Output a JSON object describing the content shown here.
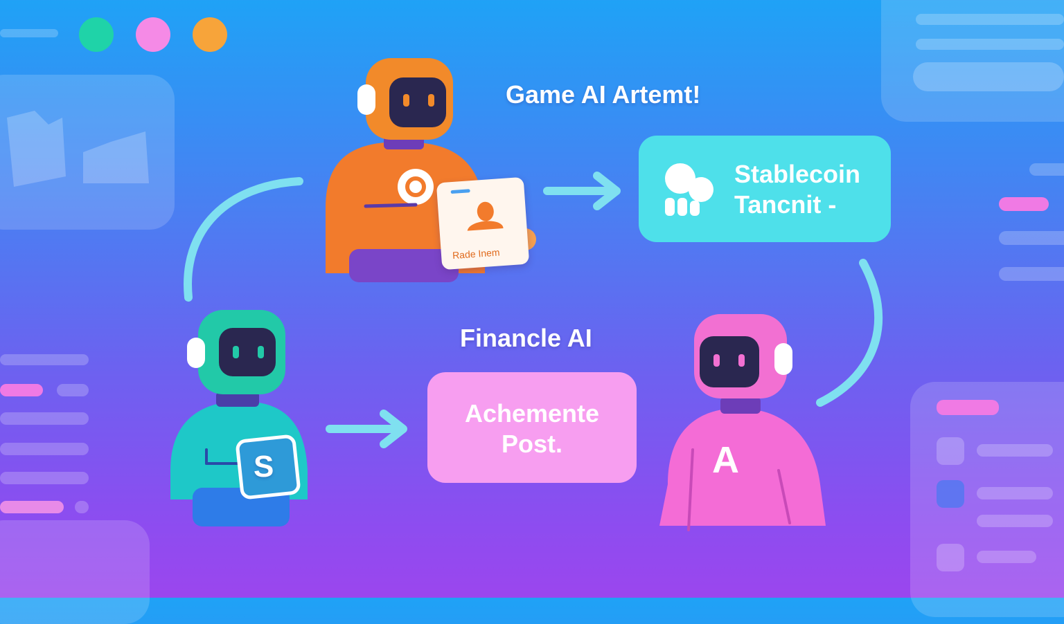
{
  "window": {
    "controls": [
      "green-dot",
      "pink-dot",
      "orange-dot"
    ]
  },
  "colors": {
    "bg_top": "#1fa2f6",
    "bg_bottom": "#9b46ee",
    "orange_robot": "#f27b2c",
    "teal_robot": "#1ec8c8",
    "pink_robot": "#f46cd6",
    "arrow": "#7fe0f0",
    "stablecoin_box": "#4ee0ea",
    "achievement_box": "#f79ef0"
  },
  "nodes": {
    "game_ai": {
      "title": "Game AI Artemt!",
      "card_label": "Rade Inem",
      "icon": "gamepad-badge-icon"
    },
    "stablecoin": {
      "line1": "Stablecoin",
      "line2": "Tancnit -",
      "icon": "coins-icon"
    },
    "finance_ai": {
      "title": "Financle AI",
      "badge_letter": "S"
    },
    "achievement": {
      "line1": "Achemente",
      "line2": "Post."
    },
    "pink_agent": {
      "badge_letter": "A"
    }
  },
  "flows": [
    "game-ai-to-stablecoin",
    "stablecoin-to-pink-agent",
    "finance-ai-to-achievement",
    "finance-ai-to-game-ai"
  ]
}
